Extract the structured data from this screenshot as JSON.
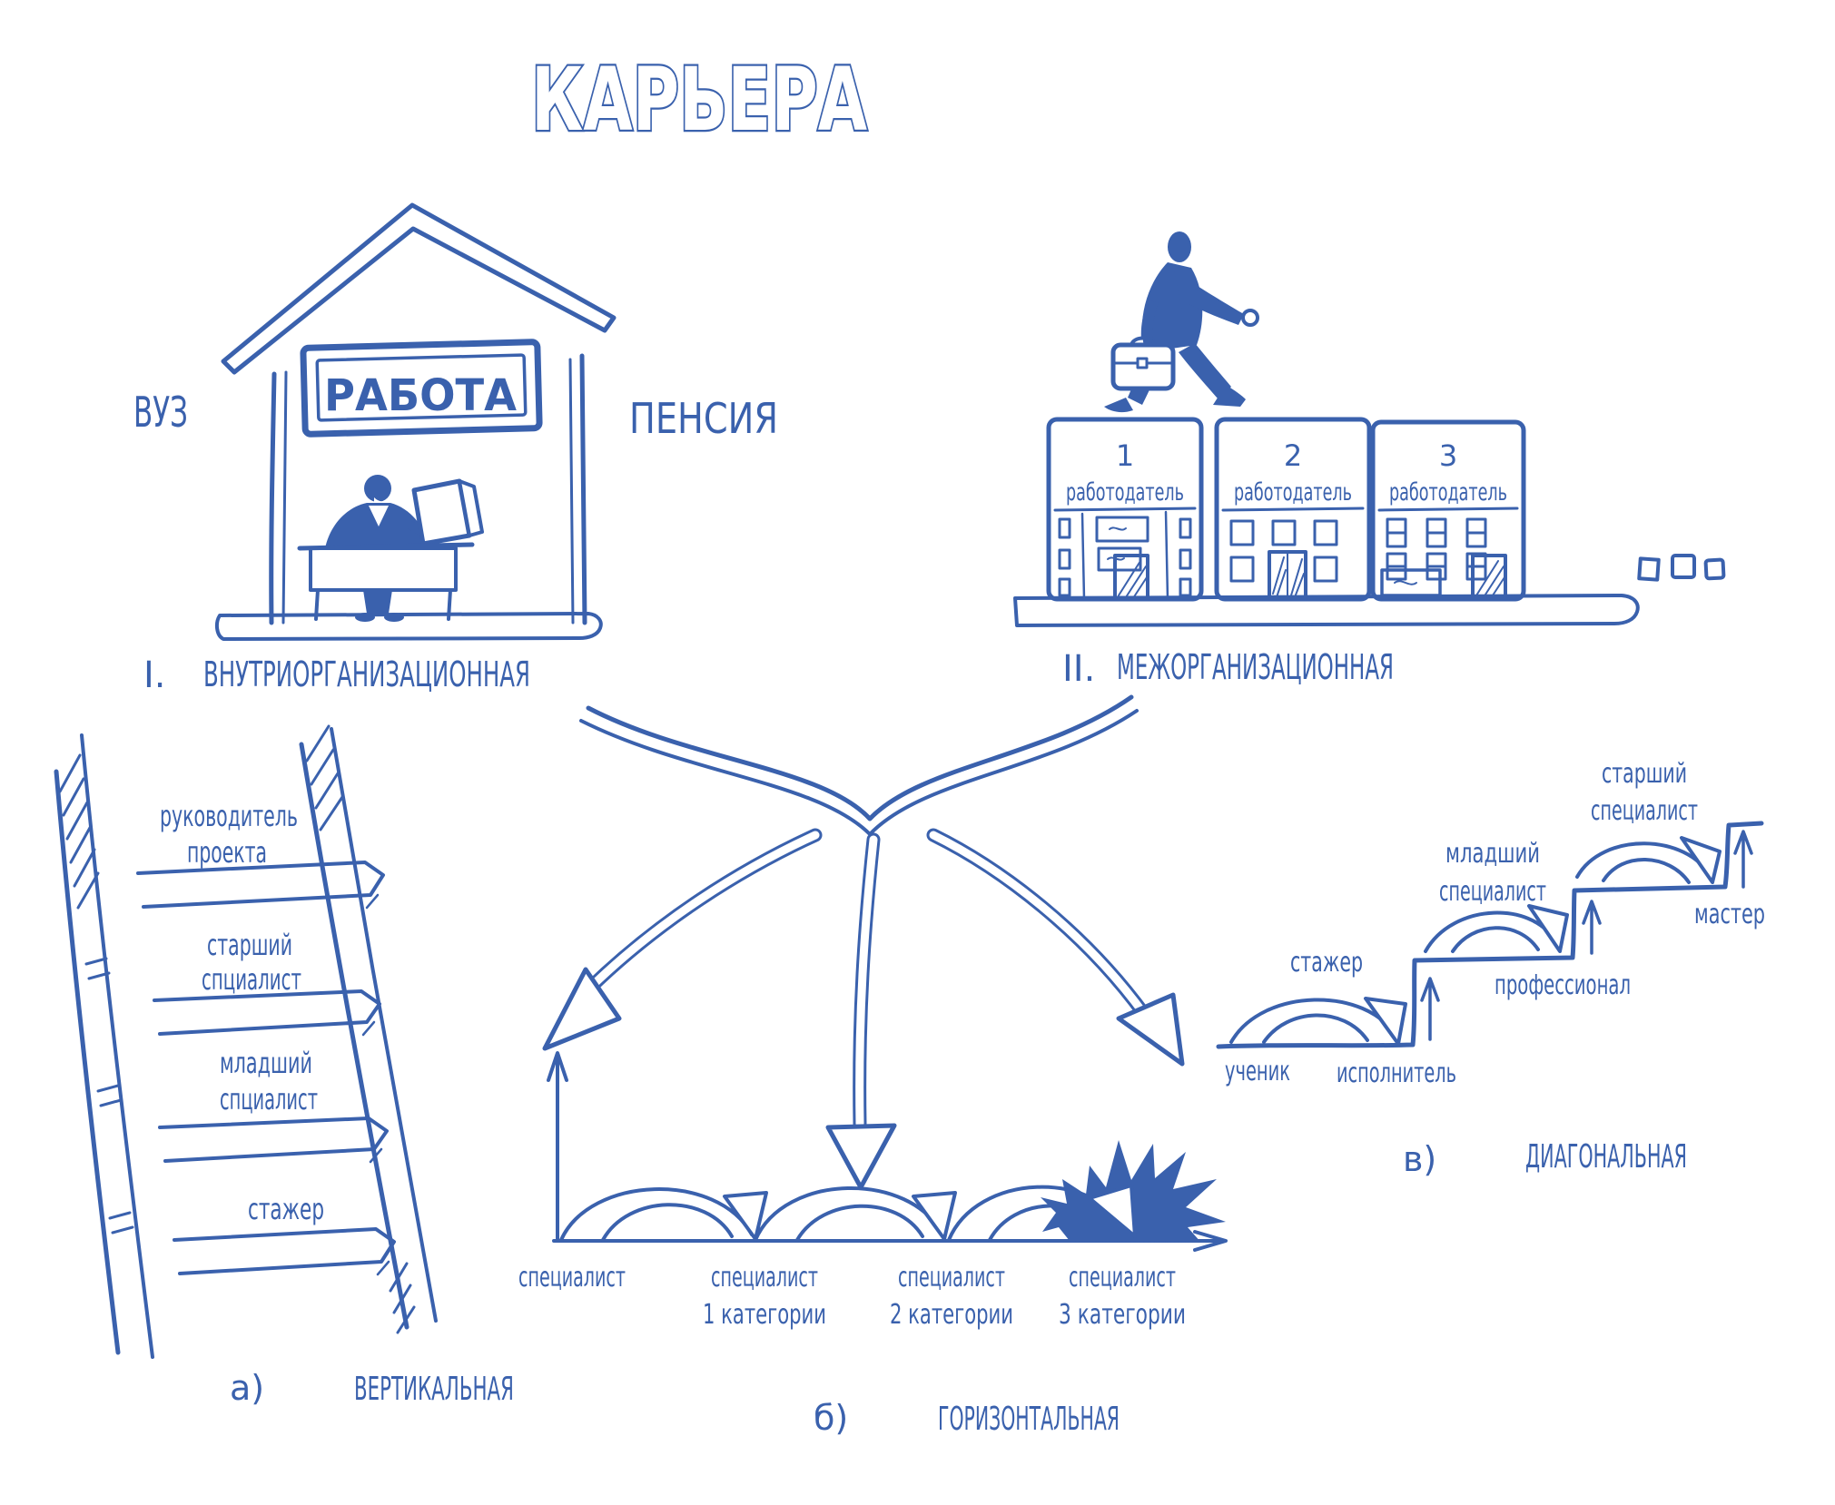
{
  "ink": "#3a61ad",
  "title": "КАРЬЕРА",
  "intra": {
    "numeral": "I.",
    "caption": "ВНУТРИОРГАНИЗАЦИОННАЯ",
    "vuz": "ВУЗ",
    "pension": "ПЕНСИЯ",
    "sign": "РАБОТА"
  },
  "inter": {
    "numeral": "II.",
    "caption": "МЕЖОРГАНИЗАЦИОННАЯ",
    "buildings": [
      {
        "num": "1",
        "label": "работодатель"
      },
      {
        "num": "2",
        "label": "работодатель"
      },
      {
        "num": "3",
        "label": "работодатель"
      }
    ]
  },
  "vertical": {
    "letter": "а)",
    "caption": "ВЕРТИКАЛЬНАЯ",
    "steps": [
      {
        "line1": "руководитель",
        "line2": "проекта"
      },
      {
        "line1": "старший",
        "line2": "спциалист"
      },
      {
        "line1": "младший",
        "line2": "спциалист"
      },
      {
        "line1": "стажер"
      }
    ]
  },
  "horizontal": {
    "letter": "б)",
    "caption": "ГОРИЗОНТАЛЬНАЯ",
    "positions": [
      {
        "line1": "специалист"
      },
      {
        "line1": "специалист",
        "line2": "1 категории"
      },
      {
        "line1": "специалист",
        "line2": "2 категории"
      },
      {
        "line1": "специалист",
        "line2": "3 категории"
      }
    ]
  },
  "diagonal": {
    "letter": "в)",
    "caption": "ДИАГОНАЛЬНАЯ",
    "arc_labels": [
      {
        "line1": "стажер"
      },
      {
        "line1": "младший",
        "line2": "специалист"
      },
      {
        "line1": "старший",
        "line2": "специалист"
      }
    ],
    "positions": [
      "ученик",
      "исполнитель",
      "профессионал",
      "мастер"
    ]
  }
}
